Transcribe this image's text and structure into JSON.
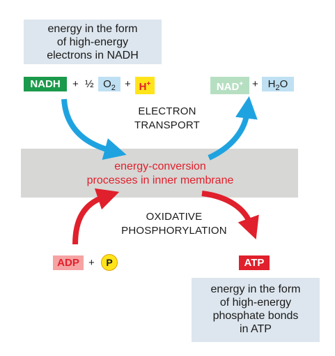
{
  "top_note": {
    "lines": [
      "energy in the form",
      "of high-energy",
      "electrons in NADH"
    ]
  },
  "equation_left": {
    "nadh": "NADH",
    "plus1": "+",
    "half": "½",
    "o2": "O",
    "o2_sub": "2",
    "plus2": "+",
    "h": "H",
    "h_sup": "+"
  },
  "equation_right": {
    "nad": "NAD",
    "nad_sup": "+",
    "plus": "+",
    "h2o_h": "H",
    "h2o_sub": "2",
    "h2o_o": "O"
  },
  "electron_transport": [
    "ELECTRON",
    "TRANSPORT"
  ],
  "membrane": {
    "lines": [
      "energy-conversion",
      "processes in inner membrane"
    ]
  },
  "oxidative_phosphorylation": [
    "OXIDATIVE",
    "PHOSPHORYLATION"
  ],
  "bottom_left": {
    "adp": "ADP",
    "plus": "+",
    "p": "P"
  },
  "atp": "ATP",
  "bottom_note": {
    "lines": [
      "energy in the form",
      "of high-energy",
      "phosphate bonds",
      "in ATP"
    ]
  },
  "colors": {
    "note_bg": "#dde6ee",
    "membrane_bg": "#d7d7d5",
    "nadh_bg": "#1a9a4a",
    "nad_bg": "#b6dfc2",
    "o2_bg": "#bfe0f3",
    "h_bg": "#ffe41a",
    "h_text": "#e0202c",
    "adp_bg": "#f5a3a3",
    "atp_bg": "#e0202c",
    "p_bg": "#ffe41a",
    "blue_arrow": "#1fa3e0",
    "red_arrow": "#e0202c"
  }
}
